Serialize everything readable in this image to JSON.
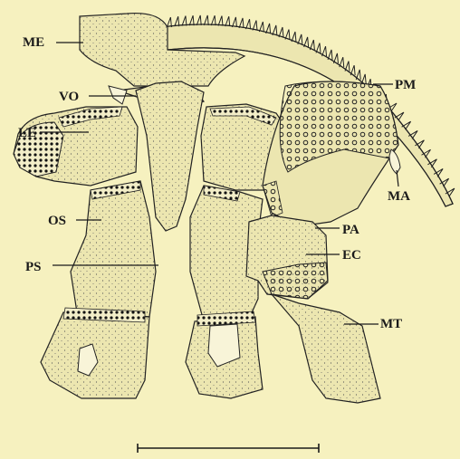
{
  "labels": {
    "me": "ME",
    "vo": "VO",
    "le": "LE",
    "os": "OS",
    "ps": "PS",
    "pm": "PM",
    "ma": "MA",
    "pa": "PA",
    "ec": "EC",
    "mt": "MT"
  },
  "colors": {
    "background": "#f6f1bf",
    "ink": "#1a1a1a",
    "bone": "#ece6b0"
  }
}
